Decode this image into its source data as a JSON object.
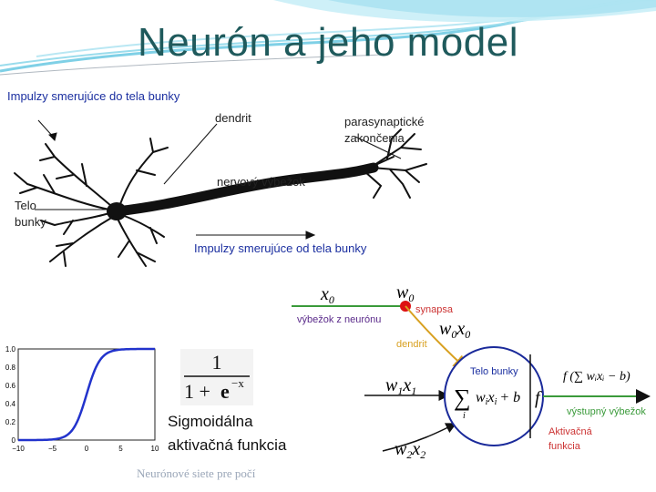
{
  "title": "Neurón a jeho model",
  "neuron": {
    "impulses_in": "Impulzy smerujúce do tela bunky",
    "dendrit": "dendrit",
    "terminals_1": "parasynaptické",
    "terminals_2": "zakončenia",
    "axon": "nervový výbežok",
    "body_1": "Telo",
    "body_2": "bunky",
    "impulses_out": "Impulzy smerujúce od tela bunky"
  },
  "sigmoid": {
    "formula_num": "1",
    "formula_den_1": "1 + ",
    "formula_den_e": "e",
    "formula_den_exp": "−x",
    "label_1": "Sigmoidálna",
    "label_2": "aktivačná funkcia",
    "y_ticks": [
      "1.0",
      "0.8",
      "0.6",
      "0.4",
      "0.2",
      "0"
    ],
    "x_ticks": [
      "−10",
      "−5",
      "0",
      "5",
      "10"
    ]
  },
  "footer": "Neurónové siete pre počí",
  "model": {
    "x0": "x",
    "x0_sub": "0",
    "w0": "w",
    "w0_sub": "0",
    "synapse": "synapsa",
    "axon_from_neuron": "výbežok z neurónu",
    "w0x0_w": "w",
    "w0x0_sub0": "0",
    "w0x0_x": "x",
    "w0x0_sub1": "0",
    "dendrite": "dendrit",
    "cell_body": "Telo bunky",
    "w1x1": "w",
    "w1x1_sub": "1",
    "w1x1_x": "x",
    "w1x1_sub2": "1",
    "sum_expr": "∑",
    "sum_sub": "i",
    "sum_term": "w",
    "sum_term_sub": "i",
    "sum_term_x": "x",
    "sum_term_xsub": "i",
    "sum_plus_b": "+ b",
    "f": "f",
    "output_formula": "f (∑ wᵢxᵢ − b)",
    "output_axon": "výstupný výbežok",
    "activation_1": "Aktivačná",
    "activation_2": "funkcia",
    "w2x2": "w",
    "w2x2_sub": "2",
    "w2x2_x": "x",
    "w2x2_sub2": "2"
  },
  "colors": {
    "title": "#1f5a5c",
    "sigmoid_curve": "#2233cc",
    "synapse_dot": "#dd1111",
    "green_line": "#3a9a3a",
    "orange_line": "#d8a020",
    "annotation_red": "#cc3333",
    "annotation_purple": "#5a2a8a",
    "annotation_blue": "#1b2fa0"
  }
}
